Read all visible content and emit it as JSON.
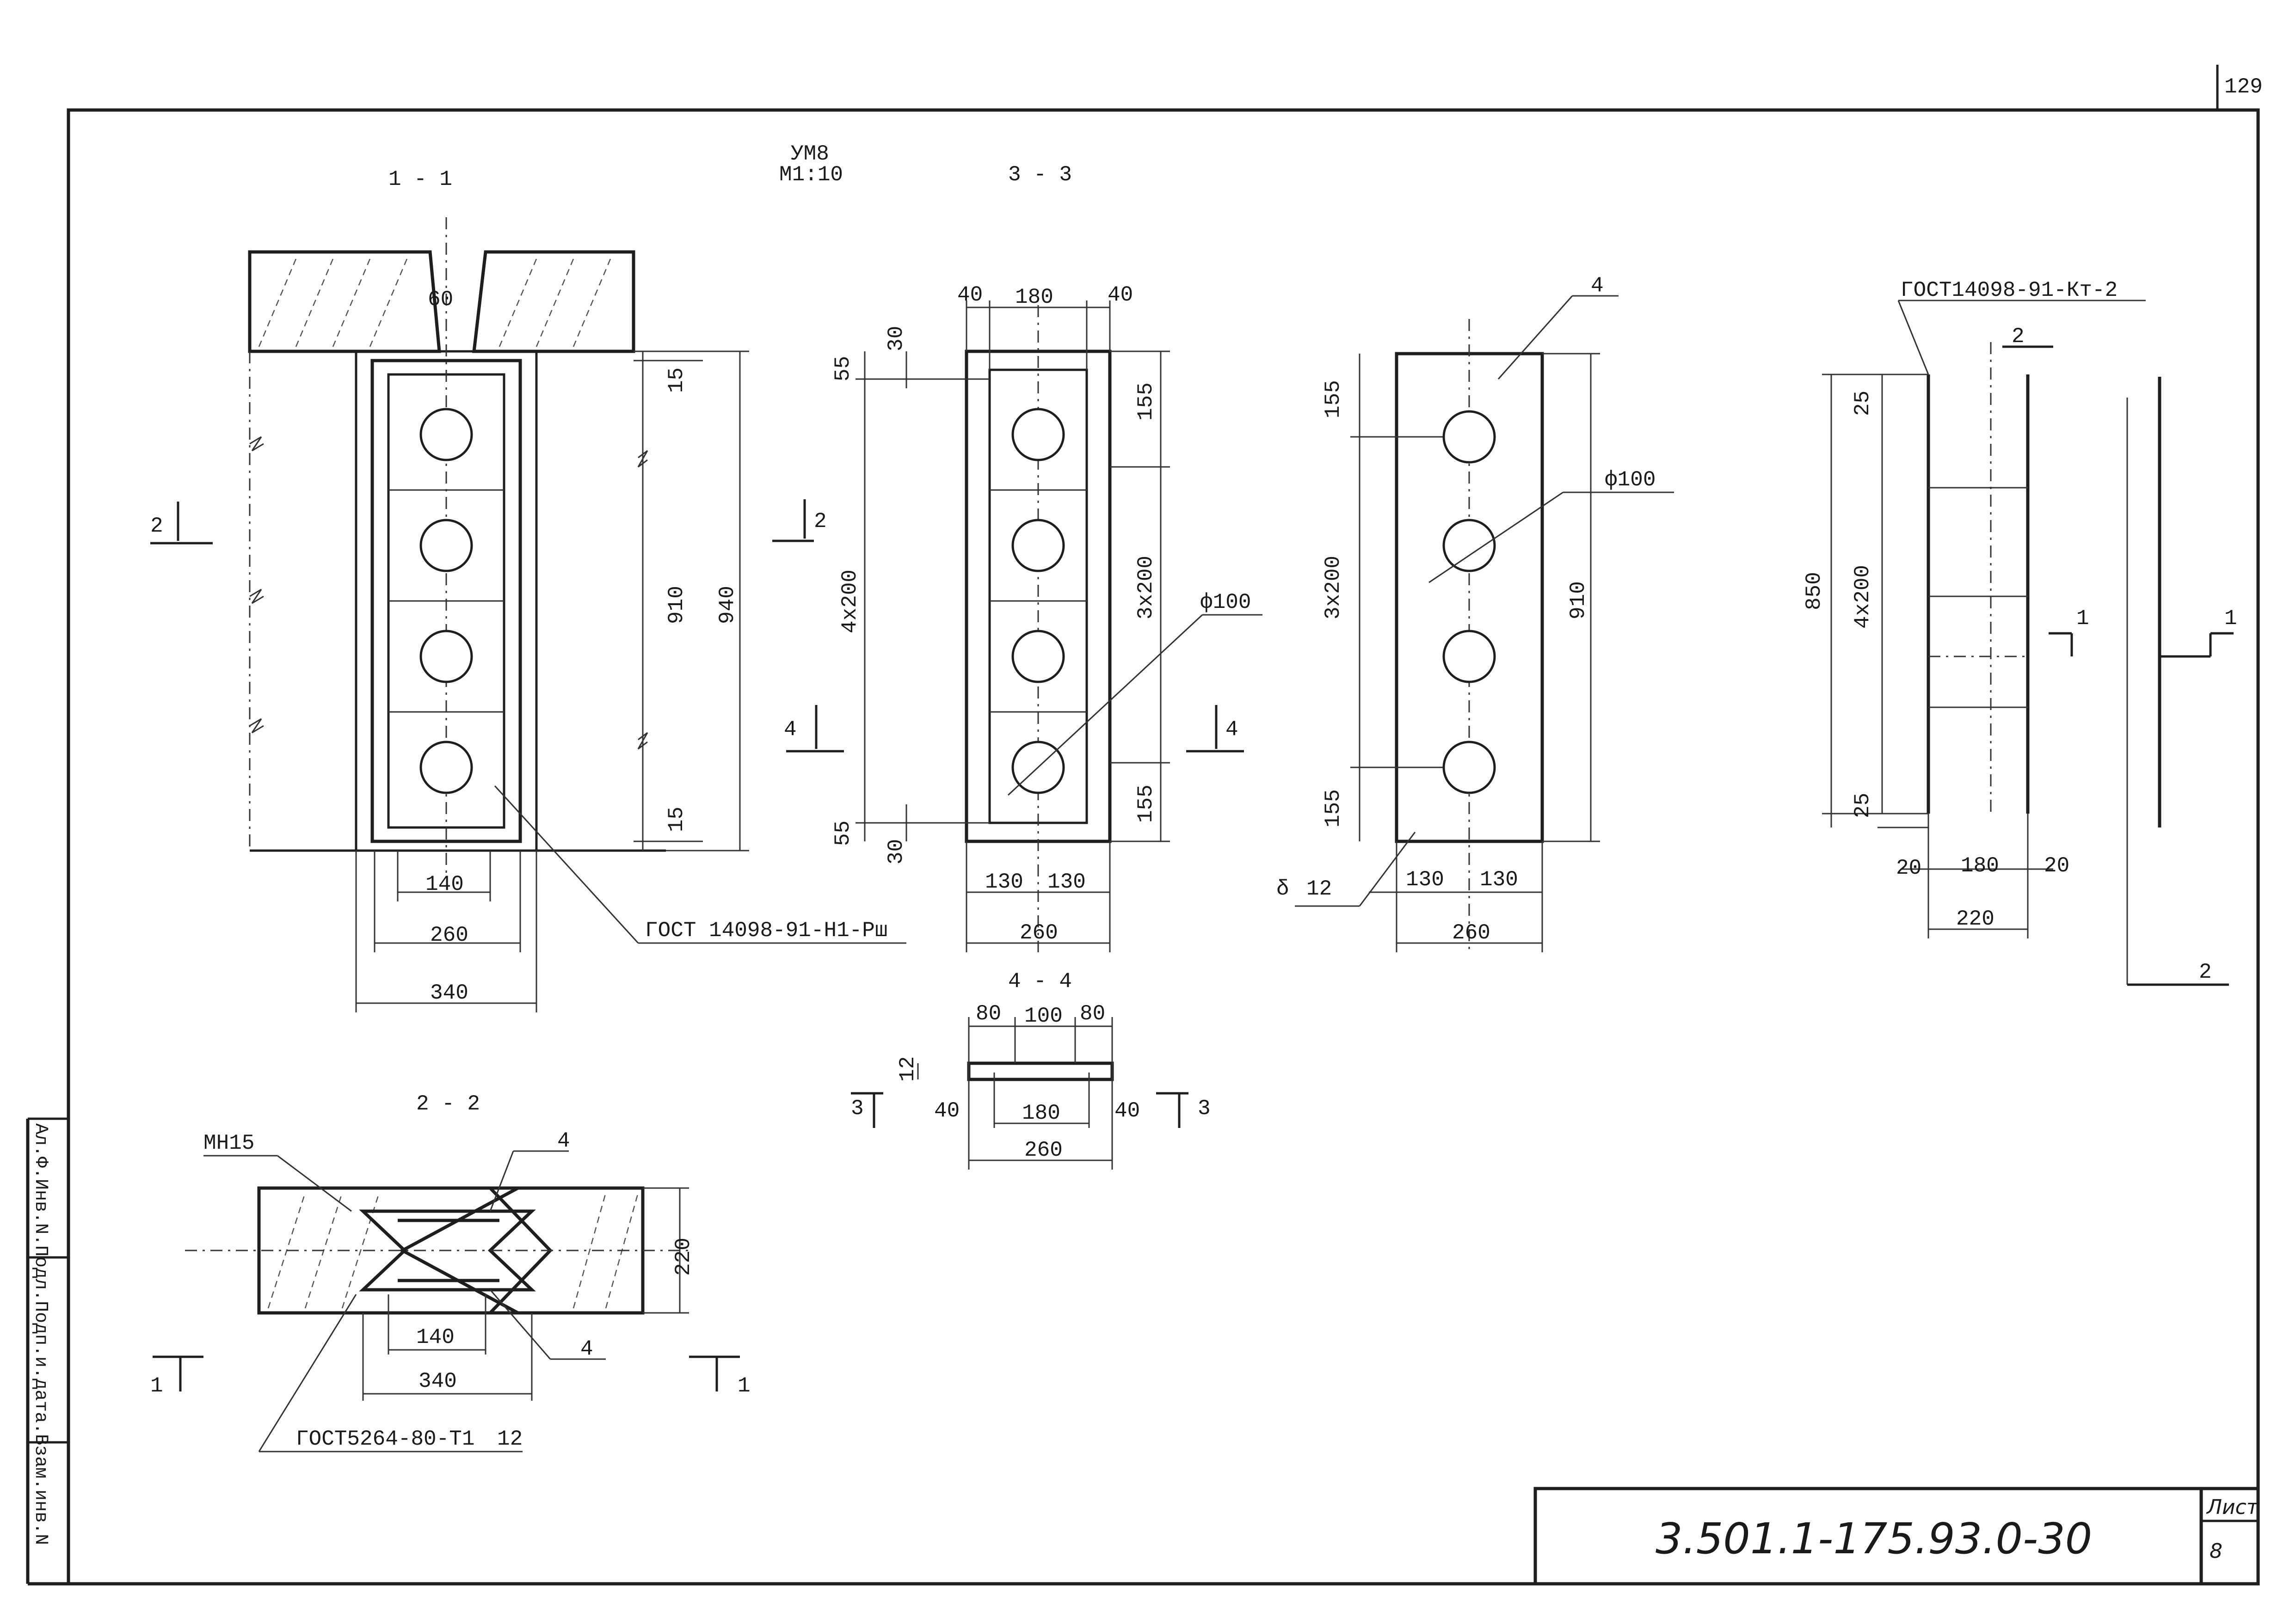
{
  "page": {
    "corner_number": "129"
  },
  "drawing": {
    "mark": "УМ8",
    "scale": "М1:10"
  },
  "sections": {
    "s11": "1 - 1",
    "s33": "3 - 3",
    "s22": "2 - 2",
    "s44": "4 - 4"
  },
  "cut_marks": {
    "one": "1",
    "two": "2",
    "three": "3",
    "four": "4"
  },
  "view11": {
    "dims": {
      "gap": "60",
      "top": "15",
      "mid": "910",
      "bottom": "15",
      "total": "940",
      "w1": "140",
      "w2": "260",
      "w3": "340"
    },
    "callout": "ГОСТ 14098-91-Н1-Рш"
  },
  "view33": {
    "dims": {
      "left": "40",
      "center": "180",
      "right": "40",
      "top_edge": "55",
      "top_offset": "30",
      "pitch_left": "4x200",
      "bottom_edge": "55",
      "bottom_offset": "30",
      "right_top": "155",
      "pitch_right": "3x200",
      "right_bottom": "155",
      "half_l": "130",
      "half_r": "130",
      "width": "260"
    },
    "hole": "ф100"
  },
  "plate": {
    "item": "4",
    "dims": {
      "top": "155",
      "pitch": "3x200",
      "bottom": "155",
      "height": "910",
      "half_l": "130",
      "half_r": "130",
      "width": "260"
    },
    "hole": "ф100",
    "thickness_symbol": "δ",
    "thickness": "12"
  },
  "weld": {
    "callout": "ГОСТ14098-91-Кт-2",
    "dims": {
      "top": "25",
      "pitch": "4x200",
      "bottom": "25",
      "height": "850",
      "left": "20",
      "center": "180",
      "right": "20",
      "width": "220"
    }
  },
  "view22": {
    "slab": "МН15",
    "item": "4",
    "dims": {
      "height": "220",
      "w1": "140",
      "w2": "340"
    },
    "callout_prefix": "ГОСТ5264-80-Т1",
    "callout_size": "12"
  },
  "view44": {
    "dims": {
      "a": "80",
      "b": "100",
      "c": "80",
      "thick": "12",
      "l": "40",
      "mid": "180",
      "r": "40",
      "width": "260"
    }
  },
  "title_block": {
    "doc_number": "3.501.1-175.93.0-30",
    "sheet_label": "Лист",
    "sheet_number": "8",
    "side_stamp": "Ал.Ф.Инв.N.Подл.Подп.и.дата.Взам.инв.N"
  }
}
